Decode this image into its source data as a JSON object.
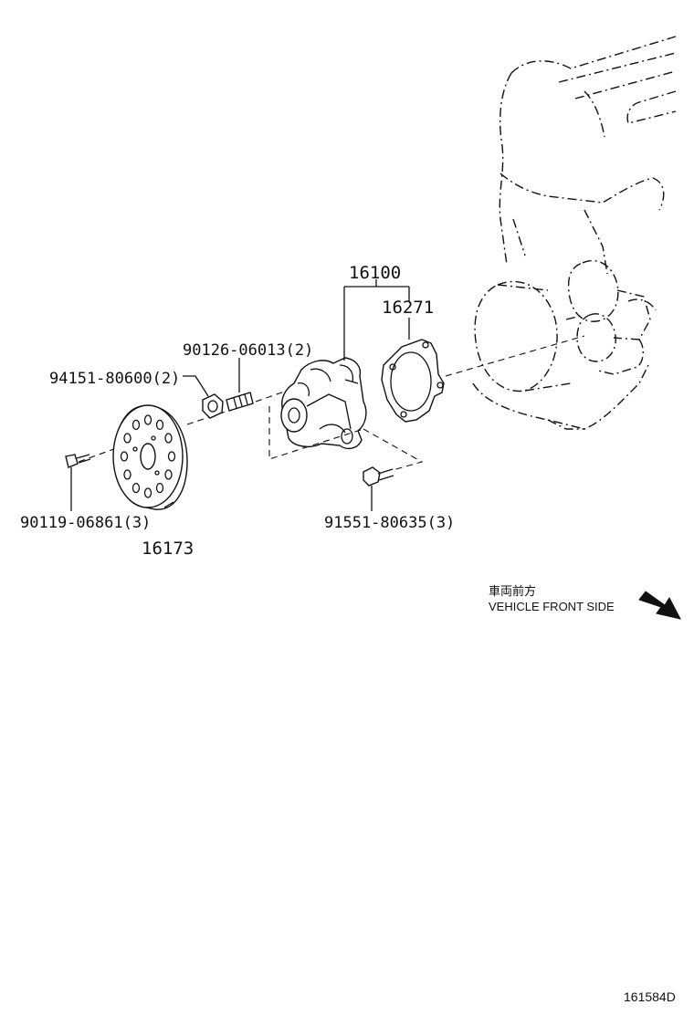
{
  "callouts": {
    "water_pump_assy": "16100",
    "gasket": "16271",
    "stud_bolt": "90126-06013(2)",
    "nut": "94151-80600(2)",
    "pulley_bolt": "90119-06861(3)",
    "pulley": "16173",
    "pump_bolt": "91551-80635(3)"
  },
  "orientation": {
    "japanese": "車両前方",
    "english": "VEHICLE FRONT SIDE",
    "arrow_icon": "arrow-down-right-icon"
  },
  "figure_code": "161584D"
}
